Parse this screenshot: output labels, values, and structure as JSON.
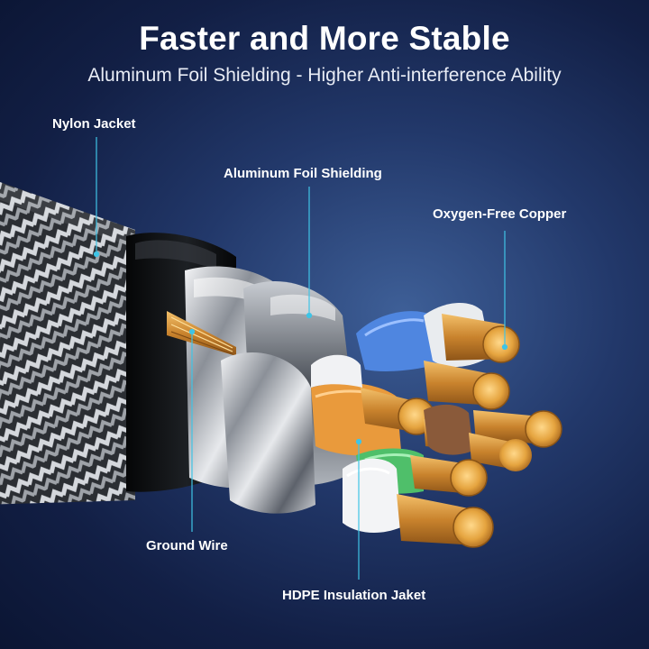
{
  "header": {
    "title": "Faster and More Stable",
    "subtitle": "Aluminum Foil Shielding - Higher Anti-interference Ability"
  },
  "callouts": {
    "nylon_jacket": "Nylon Jacket",
    "aluminum_foil": "Aluminum Foil Shielding",
    "oxygen_free_copper": "Oxygen-Free Copper",
    "ground_wire": "Ground Wire",
    "hdpe_insulation": "HDPE Insulation Jaket"
  },
  "colors": {
    "leader_line": "#3fc4e6",
    "copper": "#e0a040",
    "pair_blue": "#4f86e0",
    "pair_orange": "#e99a3c",
    "pair_green": "#4fbf6a",
    "pair_brown": "#8a5a3a"
  }
}
